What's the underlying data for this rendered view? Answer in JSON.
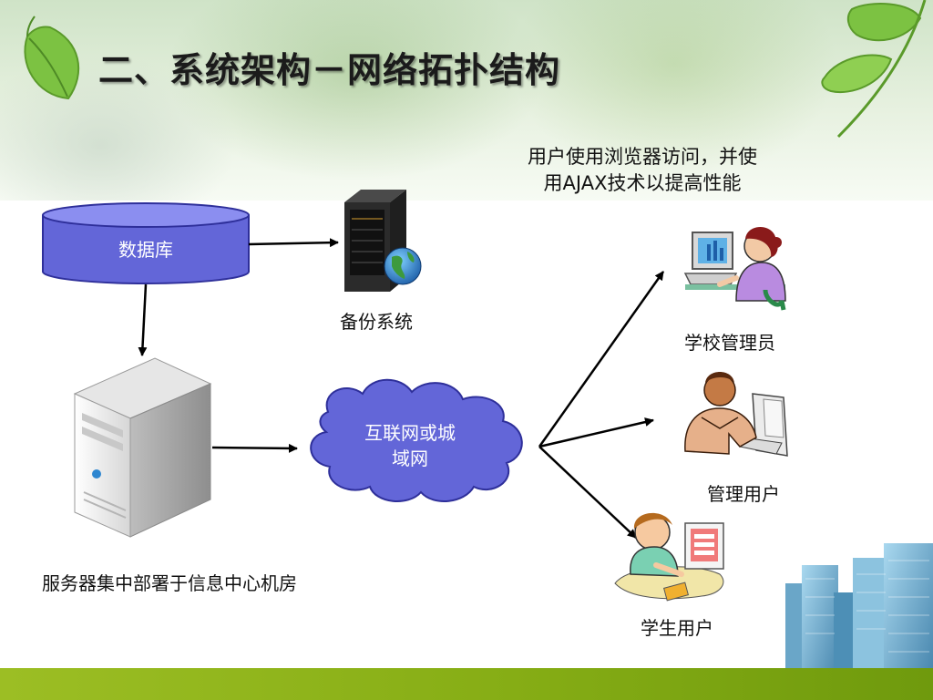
{
  "title": "二、系统架构－网络拓扑结构",
  "note": [
    "用户使用浏览器访问，并使",
    "用AJAX技术以提高性能"
  ],
  "nodes": {
    "database": "数据库",
    "backup": "备份系统",
    "internet": [
      "互联网或城",
      "域网"
    ],
    "server": "服务器集中部署于信息中心机房",
    "admin": "学校管理员",
    "manager": "管理用户",
    "student": "学生用户"
  },
  "colors": {
    "shape_fill": "#6366d8",
    "shape_stroke": "#2e2f9a",
    "bottom_bar": "#8bb31a"
  },
  "icons": [
    "leaf-icon",
    "server-rack-icon",
    "globe-icon",
    "server-tower-icon",
    "admin-user-icon",
    "manager-user-icon",
    "student-user-icon",
    "buildings-icon"
  ]
}
